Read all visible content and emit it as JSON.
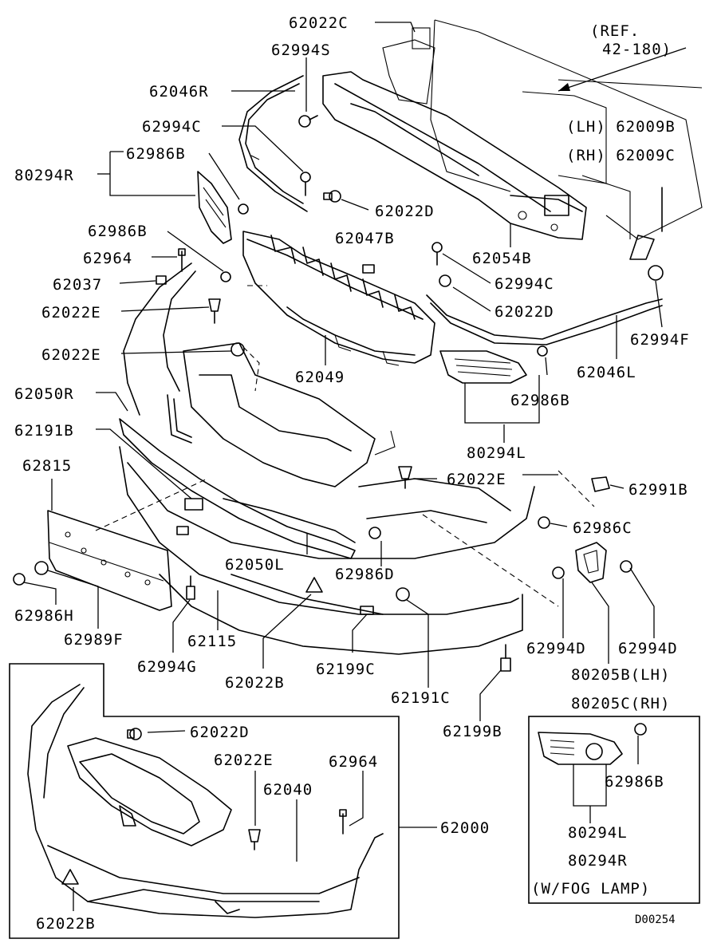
{
  "diagram": {
    "ref_note": [
      "(REF.",
      "42-180)"
    ],
    "image_id": "D00254",
    "labels": {
      "l_62022C_top": "62022C",
      "l_62994S": "62994S",
      "l_62046R": "62046R",
      "l_62994C_top": "62994C",
      "l_62986B_a": "62986B",
      "l_80294R_top": "80294R",
      "l_62022D_mid": "62022D",
      "l_62986B_b": "62986B",
      "l_62047B": "62047B",
      "l_62964_top": "62964",
      "l_62037": "62037",
      "l_62022E_a": "62022E",
      "l_62022E_b": "62022E",
      "l_62049": "62049",
      "l_62050R": "62050R",
      "l_62191B": "62191B",
      "l_62815": "62815",
      "l_lh_62009B": "(LH) 62009B",
      "l_rh_62009C": "(RH) 62009C",
      "l_62054B": "62054B",
      "l_62994C_right": "62994C",
      "l_62022D_right": "62022D",
      "l_62994F": "62994F",
      "l_62046L": "62046L",
      "l_62986B_c": "62986B",
      "l_80294L_mid": "80294L",
      "l_62022E_c": "62022E",
      "l_62991B": "62991B",
      "l_62986C": "62986C",
      "l_62050L": "62050L",
      "l_62986D": "62986D",
      "l_62986H": "62986H",
      "l_62989F": "62989F",
      "l_62115": "62115",
      "l_62994G": "62994G",
      "l_62022B_mid": "62022B",
      "l_62199C": "62199C",
      "l_62191C": "62191C",
      "l_62994D_a": "62994D",
      "l_62994D_b": "62994D",
      "l_80205B": "80205B(LH)",
      "l_80205C": "80205C(RH)",
      "l_62199B": "62199B",
      "l_62022D_box": "62022D",
      "l_62022E_box": "62022E",
      "l_62964_box": "62964",
      "l_62040": "62040",
      "l_62000": "62000",
      "l_62022B_box": "62022B",
      "l_62986B_fog": "62986B",
      "l_80294L_fog": "80294L",
      "l_80294R_fog": "80294R",
      "l_fog_note": "(W/FOG LAMP)"
    }
  }
}
